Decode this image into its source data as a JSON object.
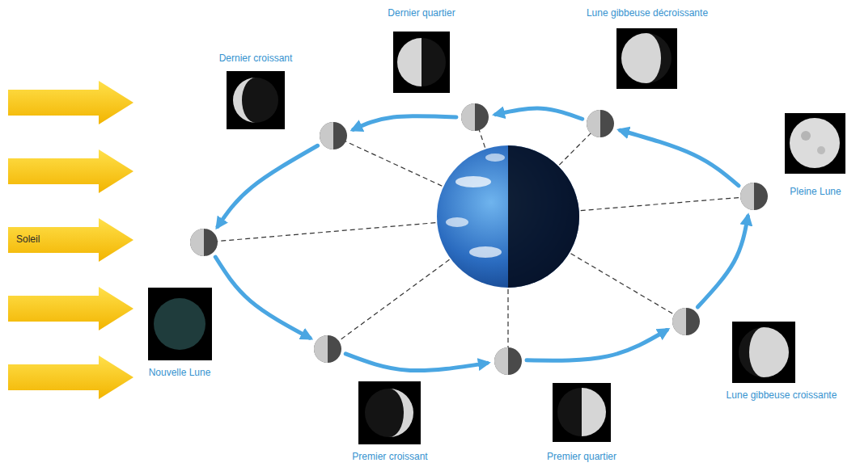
{
  "diagram": {
    "nodes": [
      {
        "text": [
          "Dernier quartier"
        ]
      },
      {
        "text": [
          "Lune gibbeuse décroissante"
        ]
      },
      {
        "text": [
          "Dernier croissant"
        ]
      },
      {
        "text": [
          "Pleine Lune"
        ]
      },
      {
        "text": [
          "Nouvelle Lune"
        ]
      },
      {
        "text": [
          "Lune gibbeuse croissante"
        ]
      },
      {
        "text": [
          "Premier croissant"
        ]
      },
      {
        "text": [
          "Premier quartier"
        ]
      }
    ],
    "edges": [
      {
        "from": 4,
        "to": 6,
        "arrow": "to"
      },
      {
        "from": 6,
        "to": 7,
        "arrow": "to"
      },
      {
        "from": 7,
        "to": 5,
        "arrow": "to"
      },
      {
        "from": 5,
        "to": 3,
        "arrow": "to"
      },
      {
        "from": 3,
        "to": 1,
        "arrow": "to"
      },
      {
        "from": 1,
        "to": 0,
        "arrow": "to"
      },
      {
        "from": 0,
        "to": 2,
        "arrow": "to"
      },
      {
        "from": 2,
        "to": 4,
        "arrow": "to"
      }
    ],
    "labels": [
      "Soleil"
    ]
  }
}
